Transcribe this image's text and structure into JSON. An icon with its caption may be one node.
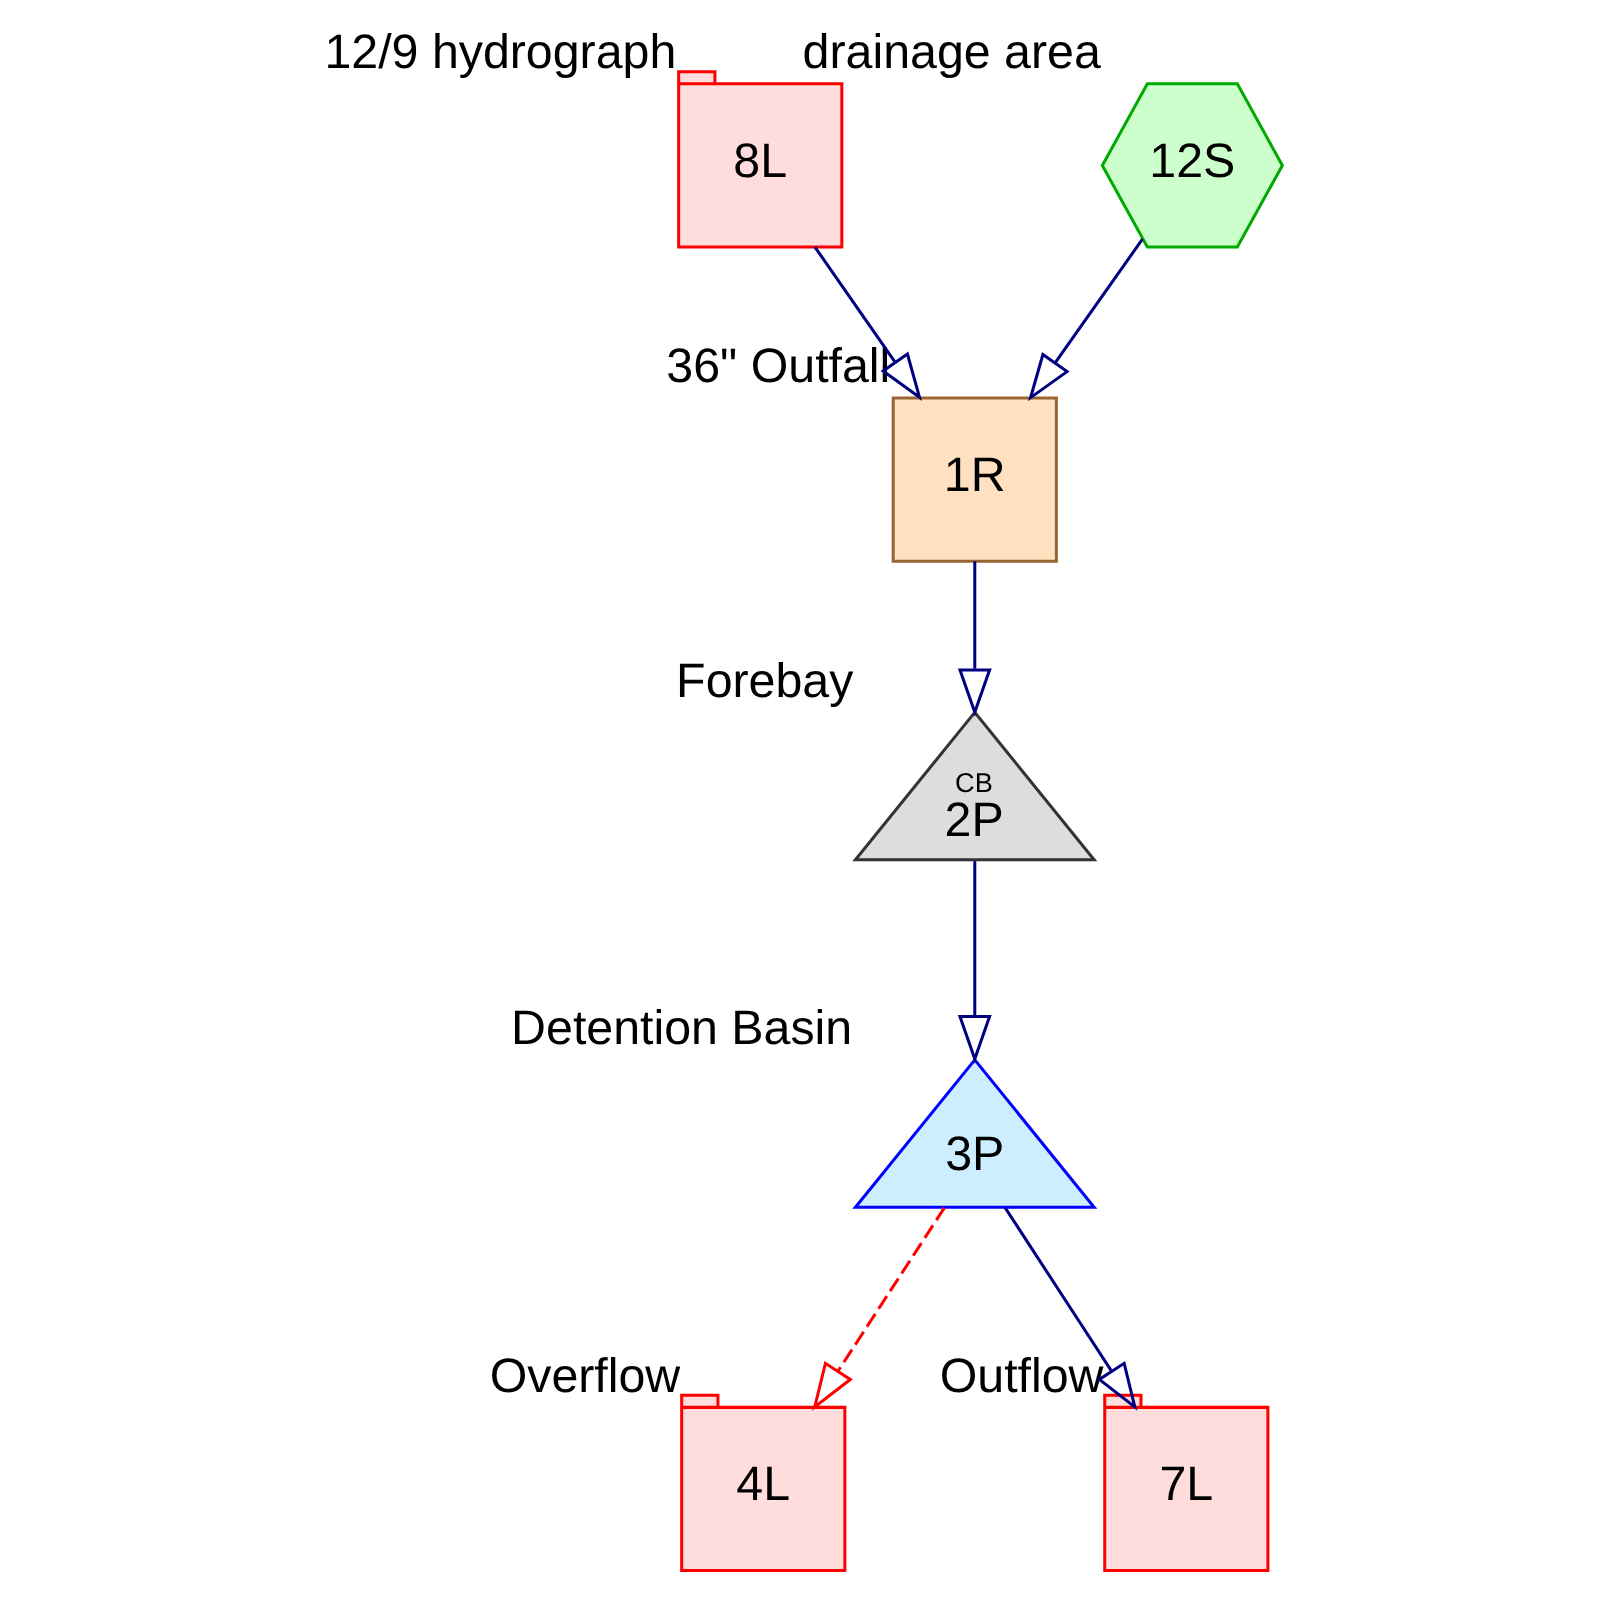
{
  "diagram": {
    "nodes": [
      {
        "text": [
          "8L"
        ],
        "beside": [
          "12/9 hydrograph"
        ]
      },
      {
        "text": [
          "12S"
        ],
        "beside": [
          "drainage area"
        ]
      },
      {
        "text": [
          "1R"
        ],
        "beside": [
          "36\" Outfall"
        ]
      },
      {
        "text": [
          "CB",
          "2P"
        ],
        "beside": [
          "Forebay"
        ]
      },
      {
        "text": [
          "3P"
        ],
        "beside": [
          "Detention Basin"
        ]
      },
      {
        "text": [
          "4L"
        ],
        "beside": [
          "Overflow"
        ]
      },
      {
        "text": [
          "7L"
        ],
        "beside": [
          "Outflow"
        ]
      }
    ],
    "edges": [
      {
        "from": 0,
        "to": 2,
        "arrow": "to"
      },
      {
        "from": 1,
        "to": 2,
        "arrow": "to"
      },
      {
        "from": 2,
        "to": 3,
        "arrow": "to"
      },
      {
        "from": 3,
        "to": 4,
        "arrow": "to"
      },
      {
        "from": 4,
        "to": 5,
        "arrow": "to",
        "style": "dashed",
        "color": "#ff0000"
      },
      {
        "from": 4,
        "to": 6,
        "arrow": "to"
      }
    ]
  }
}
